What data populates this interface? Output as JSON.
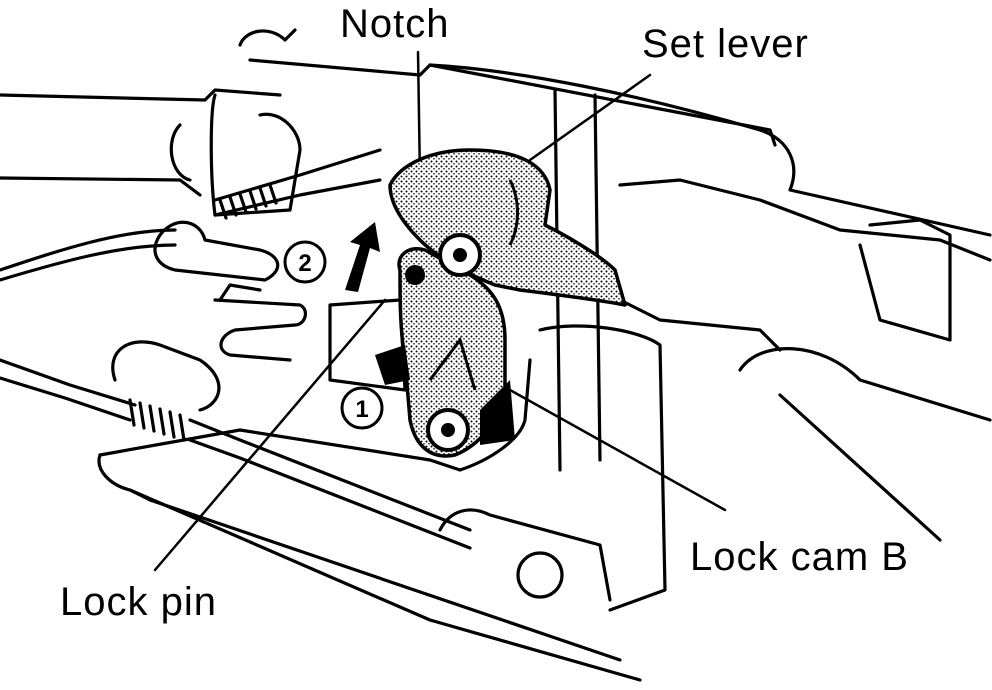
{
  "labels": {
    "notch": "Notch",
    "set_lever": "Set lever",
    "lock_pin": "Lock pin",
    "lock_cam_b": "Lock cam B"
  },
  "steps": {
    "step1": "1",
    "step2": "2"
  },
  "colors": {
    "ink": "#000000",
    "background": "#ffffff",
    "shading": "#9a9a9a"
  }
}
